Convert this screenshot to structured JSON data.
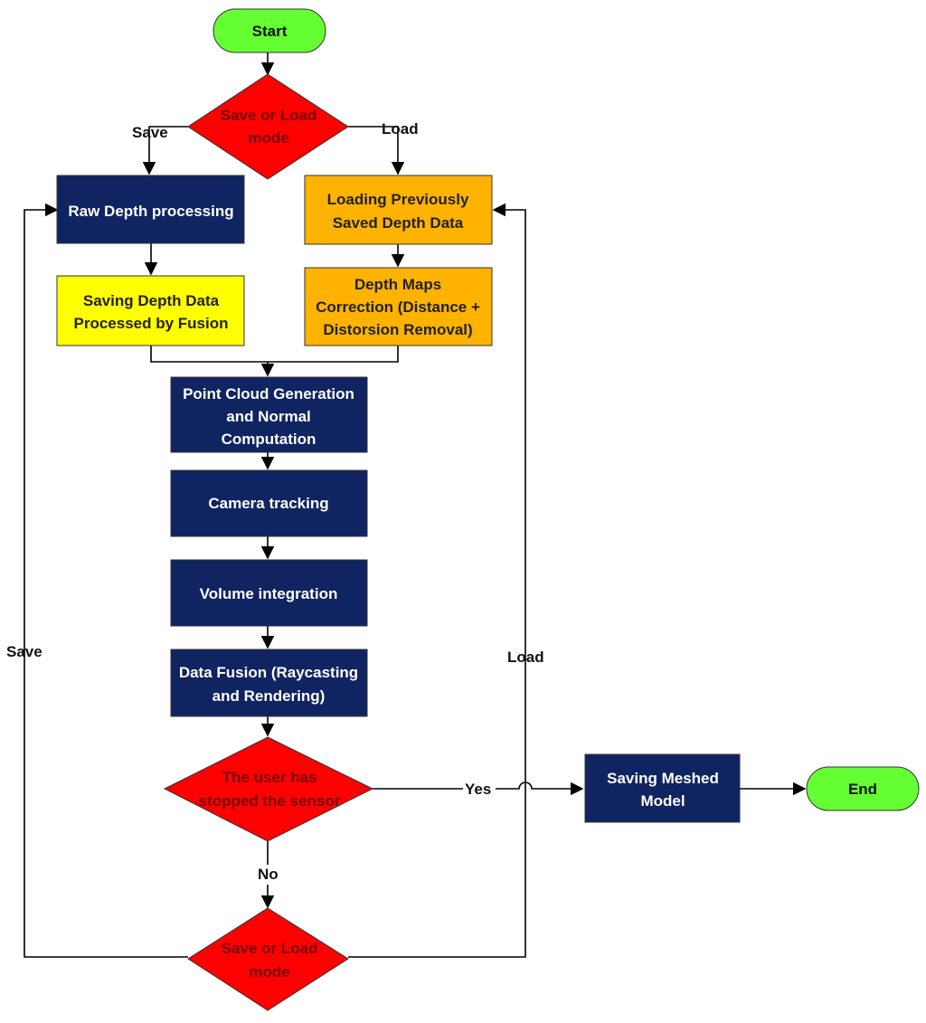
{
  "colors": {
    "navy": "#0f2461",
    "gold": "#ffb300",
    "yellow": "#ffff00",
    "red": "#ff0000",
    "green": "#66ff33",
    "red_text": "#7a0000",
    "navy_text": "#ffffff",
    "gold_text": "#222222",
    "yellow_text": "#222222",
    "green_text": "#111111"
  },
  "nodes": {
    "start": {
      "line1": "Start"
    },
    "mode_decision_top": {
      "line1": "Save or Load",
      "line2": "mode"
    },
    "raw_depth": {
      "line1": "Raw Depth processing"
    },
    "loading_depth": {
      "line1": "Loading Previously",
      "line2": "Saved Depth Data"
    },
    "saving_depth": {
      "line1": "Saving Depth Data",
      "line2": "Processed by Fusion"
    },
    "depth_correction": {
      "line1": "Depth Maps",
      "line2": "Correction (Distance +",
      "line3": "Distorsion Removal)"
    },
    "point_cloud": {
      "line1": "Point Cloud Generation",
      "line2": "and Normal",
      "line3": "Computation"
    },
    "camera_tracking": {
      "line1": "Camera tracking"
    },
    "volume_integration": {
      "line1": "Volume integration"
    },
    "data_fusion": {
      "line1": "Data Fusion (Raycasting",
      "line2": "and Rendering)"
    },
    "sensor_decision": {
      "line1": "The user has",
      "line2": "stopped the sensor"
    },
    "saving_mesh": {
      "line1": "Saving Meshed",
      "line2": "Model"
    },
    "end": {
      "line1": "End"
    },
    "mode_decision_bottom": {
      "line1": "Save or Load",
      "line2": "mode"
    }
  },
  "edge_labels": {
    "save_top": "Save",
    "load_top": "Load",
    "save_loop": "Save",
    "load_loop": "Load",
    "yes": "Yes",
    "no": "No"
  }
}
